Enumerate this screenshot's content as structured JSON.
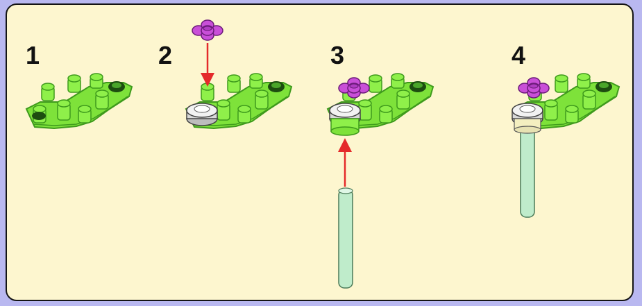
{
  "steps": [
    {
      "label": "1"
    },
    {
      "label": "2"
    },
    {
      "label": "3"
    },
    {
      "label": "4"
    }
  ],
  "colors": {
    "background": "#b9b8f0",
    "panel": "#fdf6cf",
    "border": "#141414",
    "plate_green": "#7ee23a",
    "plate_green_dark": "#3e9a1c",
    "flower_magenta": "#c94fd8",
    "bar_mint": "#bfeccb",
    "round_gray": "#d8d8d8",
    "arrow_red": "#e42a2a"
  },
  "icons": [
    "green-branch-plate",
    "magenta-flower-piece",
    "gray-round-brick",
    "mint-bar",
    "red-arrow"
  ]
}
